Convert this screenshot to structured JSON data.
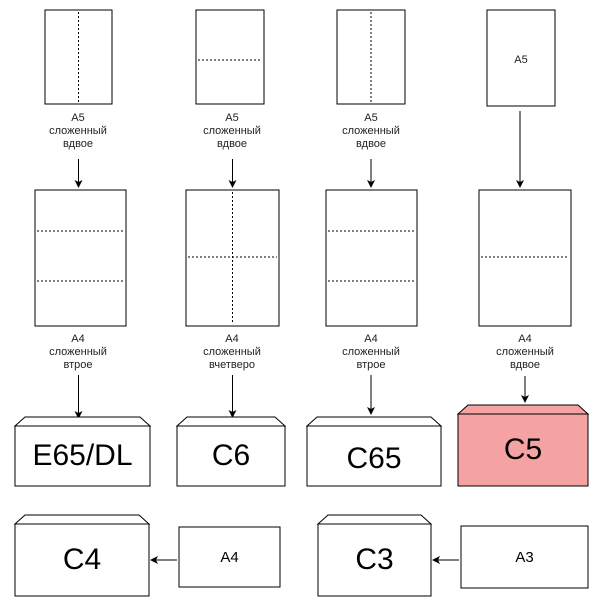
{
  "columns": [
    {
      "step1": {
        "label": "",
        "caption": [
          "A5",
          "сложенный",
          "вдвое"
        ]
      },
      "step2": {
        "caption": [
          "A4",
          "сложенный",
          "втрое"
        ]
      },
      "envelope": {
        "label": "E65/DL",
        "highlight": false
      }
    },
    {
      "step1": {
        "label": "",
        "caption": [
          "A5",
          "сложенный",
          "вдвое"
        ]
      },
      "step2": {
        "caption": [
          "A4",
          "сложенный",
          "вчетверо"
        ]
      },
      "envelope": {
        "label": "C6",
        "highlight": false
      }
    },
    {
      "step1": {
        "label": "",
        "caption": [
          "A5",
          "сложенный",
          "вдвое"
        ]
      },
      "step2": {
        "caption": [
          "A4",
          "сложенный",
          "втрое"
        ]
      },
      "envelope": {
        "label": "C65",
        "highlight": false
      }
    },
    {
      "step1": {
        "label": "A5",
        "caption": []
      },
      "step2": {
        "caption": [
          "A4",
          "сложенный",
          "вдвое"
        ]
      },
      "envelope": {
        "label": "C5",
        "highlight": true
      }
    }
  ],
  "bottom": [
    {
      "envelope_label": "C4",
      "source_label": "A4"
    },
    {
      "envelope_label": "C3",
      "source_label": "A3"
    }
  ],
  "colors": {
    "highlight_fill": "#f4a2a2",
    "stroke": "#000000",
    "background": "#ffffff"
  }
}
